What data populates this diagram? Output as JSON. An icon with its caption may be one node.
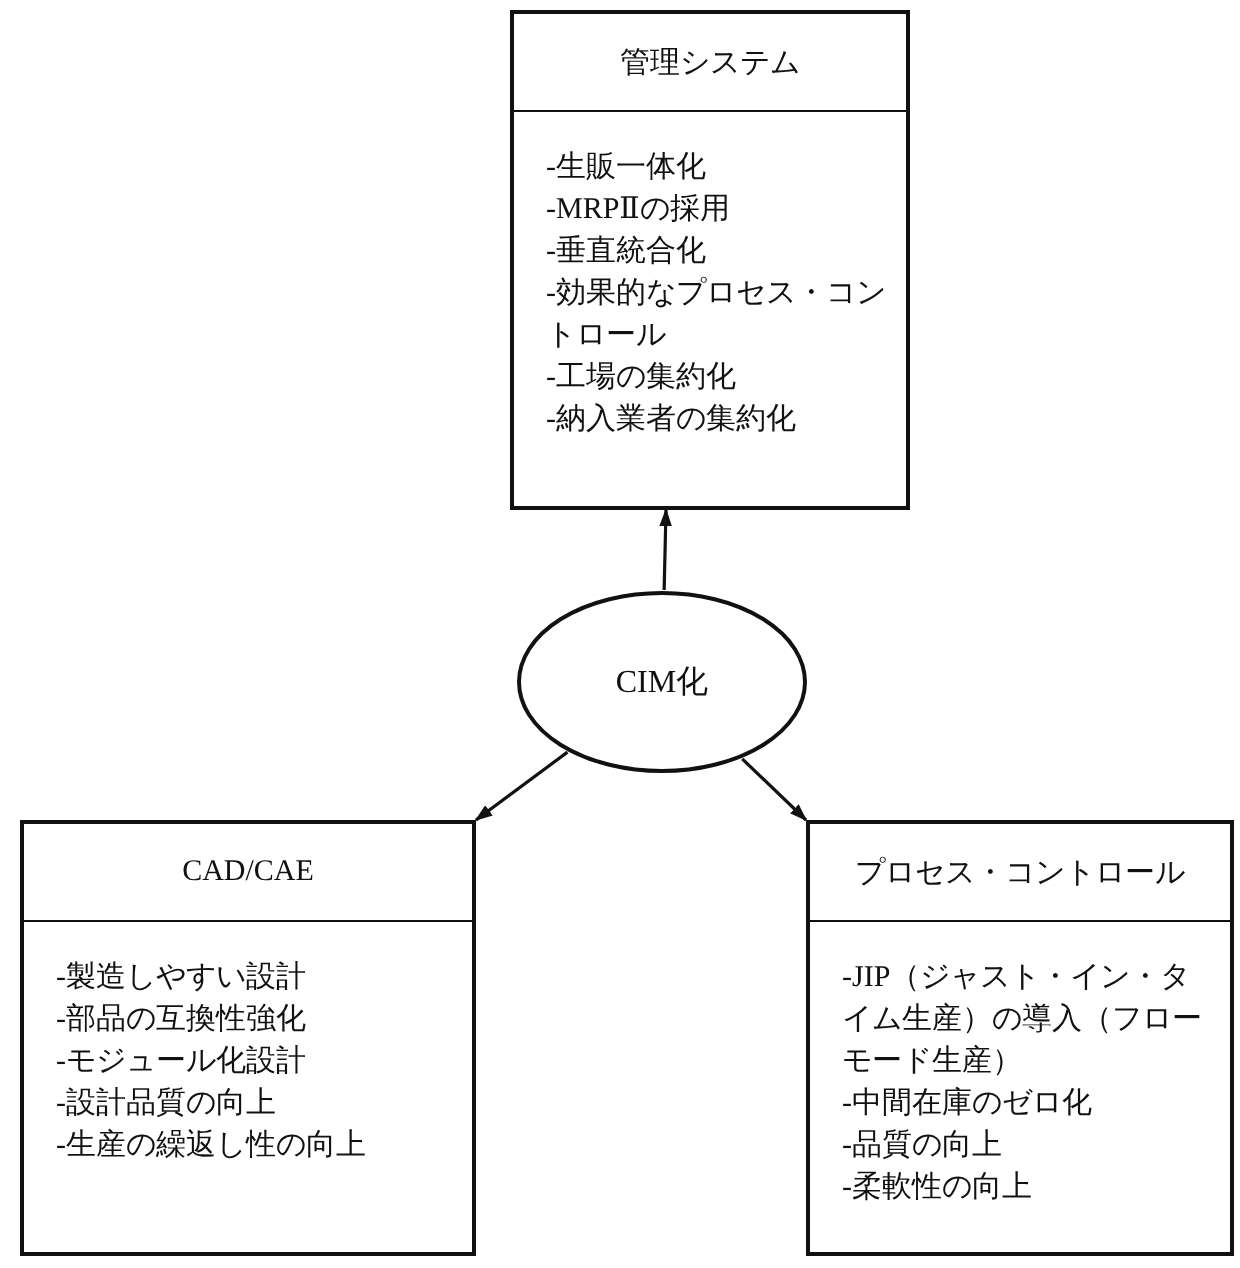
{
  "diagram": {
    "nodes": [
      {
        "text": [
          "管理システム",
          "-生販一体化",
          "-MRPⅡの採用",
          "-垂直統合化",
          "-効果的なプロセス・コントロール",
          "-工場の集約化",
          "-納入業者の集約化"
        ]
      },
      {
        "text": [
          "CIM化"
        ]
      },
      {
        "text": [
          "CAD/CAE",
          "-製造しやすい設計",
          "-部品の互換性強化",
          "-モジュール化設計",
          "-設計品質の向上",
          "-生産の繰返し性の向上"
        ]
      },
      {
        "text": [
          "プロセス・コントロール",
          "-JIP（ジャスト・イン・タイム生産）の導入（フローモード生産）",
          "-中間在庫のゼロ化",
          "-品質の向上",
          "-柔軟性の向上"
        ]
      }
    ],
    "edges": [
      {
        "from": 1,
        "to": 0,
        "arrow": "to"
      },
      {
        "from": 1,
        "to": 2,
        "arrow": "to"
      },
      {
        "from": 1,
        "to": 3,
        "arrow": "to"
      }
    ]
  }
}
